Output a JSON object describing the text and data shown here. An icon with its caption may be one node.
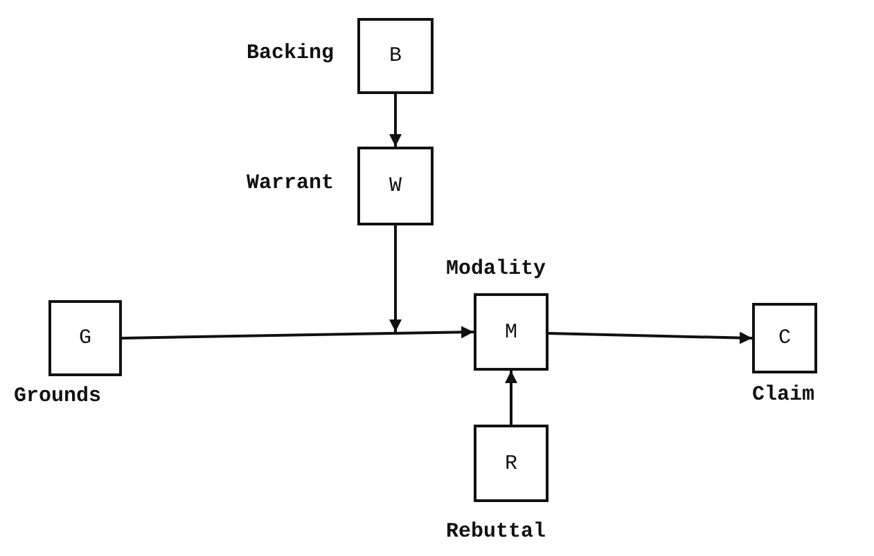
{
  "diagram": {
    "nodes": [
      {
        "text": [
          "B"
        ],
        "beside": [
          "Backing"
        ]
      },
      {
        "text": [
          "W"
        ],
        "beside": [
          "Warrant"
        ]
      },
      {
        "text": [
          "G"
        ],
        "beside": [
          "Grounds"
        ]
      },
      {
        "text": [
          "M"
        ],
        "beside": [
          "Modality"
        ]
      },
      {
        "text": [
          "C"
        ],
        "beside": [
          "Claim"
        ]
      },
      {
        "text": [
          "R"
        ],
        "beside": [
          "Rebuttal"
        ]
      }
    ],
    "edges": [
      {
        "from": 0,
        "to": 1,
        "arrow": "to"
      },
      {
        "from": 1,
        "to": null,
        "arrow": "to"
      },
      {
        "from": 2,
        "to": 3,
        "arrow": "to"
      },
      {
        "from": 3,
        "to": 4,
        "arrow": "to"
      },
      {
        "from": 5,
        "to": 3,
        "arrow": "to"
      }
    ]
  }
}
